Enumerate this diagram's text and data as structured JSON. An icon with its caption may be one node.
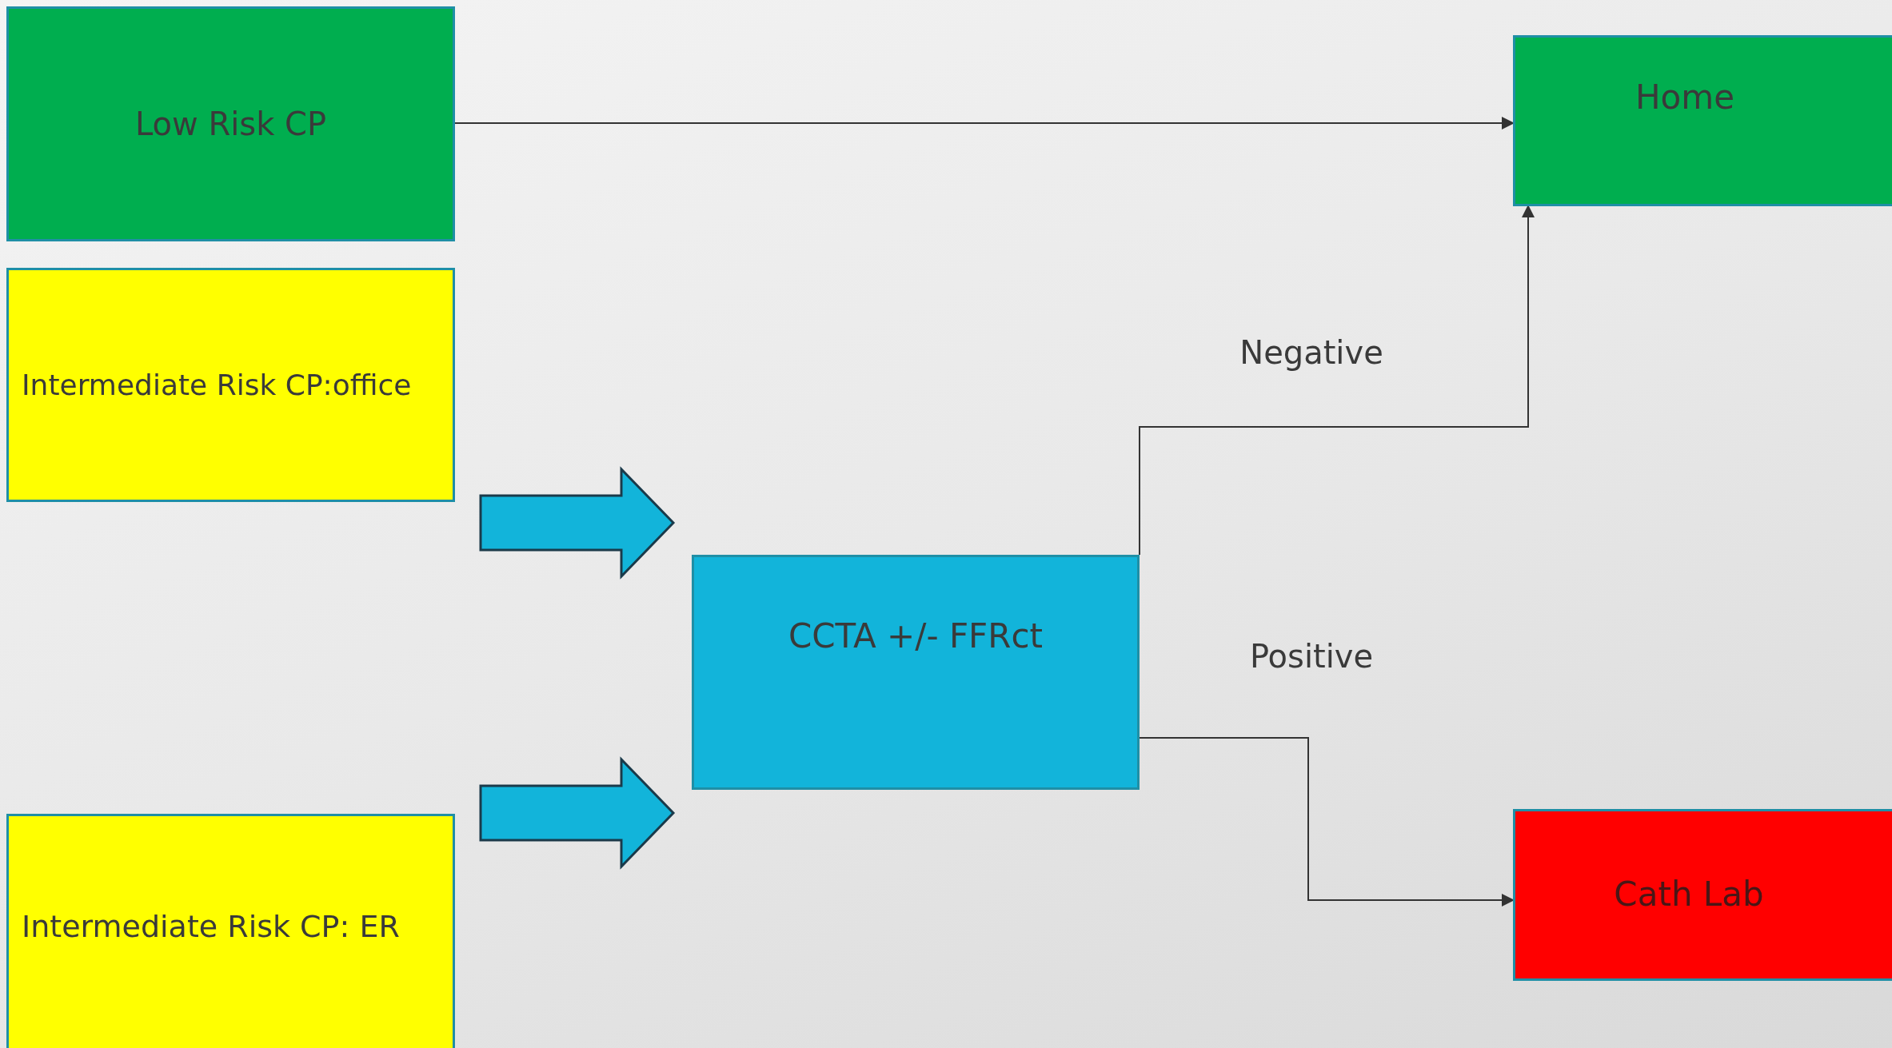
{
  "diagram": {
    "nodes": [
      {
        "text": [
          "Low Risk CP"
        ]
      },
      {
        "text": [
          "Intermediate Risk CP:office"
        ]
      },
      {
        "text": [
          "Intermediate Risk CP: ER"
        ]
      },
      {
        "text": [
          "CCTA +/- FFRct"
        ]
      },
      {
        "text": [
          "Home"
        ]
      },
      {
        "text": [
          "Cath Lab"
        ]
      }
    ],
    "edges": [
      {
        "from": 0,
        "to": 4,
        "arrow": "to"
      },
      {
        "from": 1,
        "to": 3,
        "arrow": "to",
        "style": "thick",
        "color": "#12b4da"
      },
      {
        "from": 2,
        "to": 3,
        "arrow": "to",
        "style": "thick",
        "color": "#12b4da"
      },
      {
        "from": 3,
        "to": 4,
        "arrow": "to",
        "label": "Negative"
      },
      {
        "from": 3,
        "to": 5,
        "arrow": "to",
        "label": "Positive"
      }
    ]
  }
}
